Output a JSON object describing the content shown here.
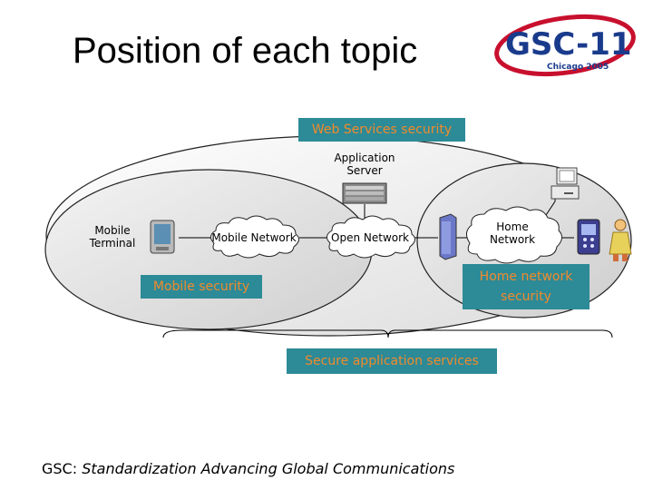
{
  "slide": {
    "title": "Position of each topic"
  },
  "logo": {
    "name": "GSC-11",
    "subtitle": "Chicago 2005"
  },
  "diagram": {
    "web_services_security": "Web Services security",
    "app_server_line1": "Application",
    "app_server_line2": "Server",
    "mobile_terminal_line1": "Mobile",
    "mobile_terminal_line2": "Terminal",
    "mobile_network": "Mobile Network",
    "open_network": "Open Network",
    "home_network_line1": "Home",
    "home_network_line2": "Network",
    "mobile_security": "Mobile security",
    "home_network_security_line1": "Home network",
    "home_network_security_line2": "security",
    "secure_application_services": "Secure application services"
  },
  "footer": {
    "prefix": "GSC:",
    "tagline": "Standardization Advancing Global Communications"
  },
  "colors": {
    "box_background": "#2d8a97",
    "box_text": "#f08a2c",
    "logo_red": "#c8102e",
    "logo_blue": "#1a3b8c"
  }
}
